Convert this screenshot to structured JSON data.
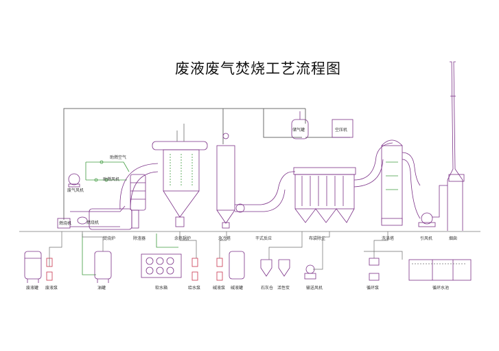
{
  "title": "废液废气焚烧工艺流程图",
  "labels": {
    "exhaust_fan_top": "废气风机",
    "burner_fan": "助燃风机",
    "aux_line": "助燃空气",
    "combustor": "燃烧机",
    "incinerator": "焚烧炉",
    "ash_reduce": "除渣器",
    "waste_boiler": "余热锅炉",
    "quench_tower": "急冷塔",
    "dry_reactor": "干式反应",
    "bag_filter": "布袋除尘",
    "scrubber": "洗涤塔",
    "id_fan": "引风机",
    "chimney": "烟囱",
    "gas_tank": "储气罐",
    "air_comp": "空压机",
    "waste_tank": "废液罐",
    "waste_pump": "废液泵",
    "oil_tank": "油罐",
    "soft_water": "软水箱",
    "water_pump": "给水泵",
    "lye_pump": "碱液泵",
    "lye_tank": "碱液罐",
    "lime_bin": "石灰仓",
    "carbon_bin": "活性炭",
    "feed_fan": "输送风机",
    "circ_pump": "循环泵",
    "circ_pool": "循环水池"
  },
  "colors": {
    "equipment": "#7a2f86",
    "pipe": "#6c6c6c",
    "green_line": "#3c9a3c",
    "red_accent": "#c8324c"
  }
}
